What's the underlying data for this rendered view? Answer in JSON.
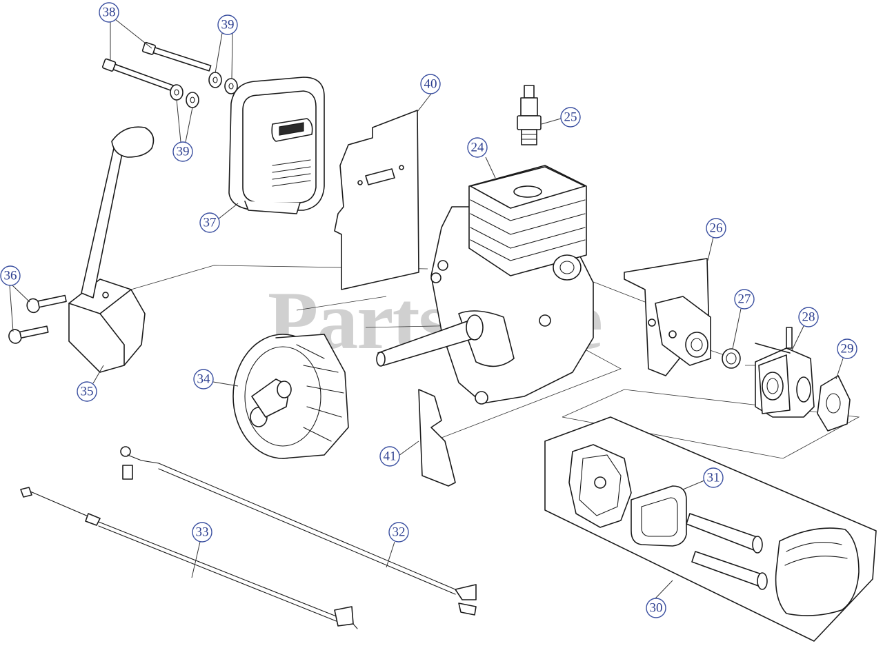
{
  "watermark": {
    "text": "PartsTree"
  },
  "callouts": {
    "p24": "24",
    "p25": "25",
    "p26": "26",
    "p27": "27",
    "p28": "28",
    "p29": "29",
    "p30": "30",
    "p31": "31",
    "p32": "32",
    "p33": "33",
    "p34": "34",
    "p35": "35",
    "p36": "36",
    "p37": "37",
    "p38": "38",
    "p39a": "39",
    "p39b": "39",
    "p40": "40",
    "p41": "41"
  },
  "colors": {
    "callout_text": "#2c3e8f",
    "callout_ring": "#3a4fa0",
    "line": "#1a1a1a",
    "watermark": "#d0d0d0"
  }
}
